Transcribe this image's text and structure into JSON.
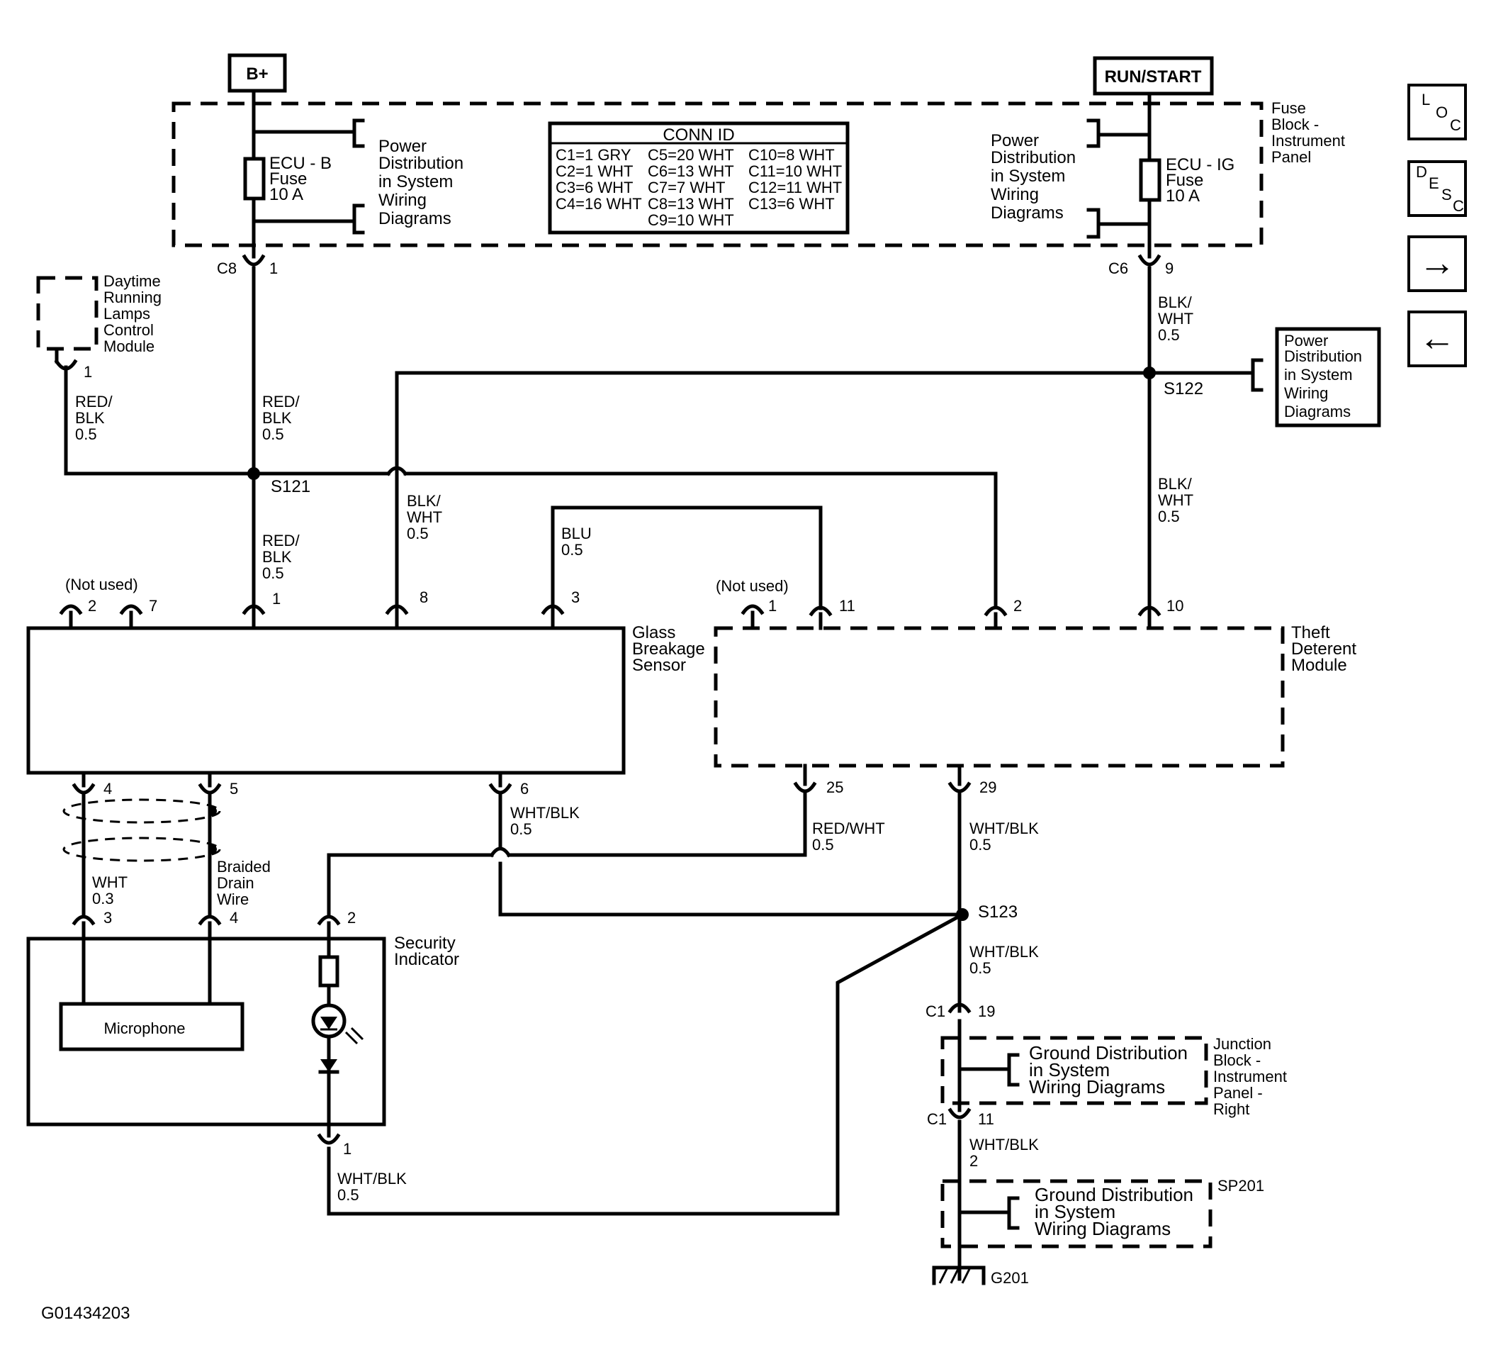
{
  "diagram": {
    "b_plus": "B+",
    "run_start": "RUN/START",
    "conn_id": {
      "title": "CONN ID",
      "col1": [
        "C1=1 GRY",
        "C2=1 WHT",
        "C3=6 WHT",
        "C4=16 WHT"
      ],
      "col2": [
        "C5=20 WHT",
        "C6=13 WHT",
        "C7=7 WHT",
        "C8=13 WHT",
        "C9=10 WHT"
      ],
      "col3": [
        "C10=8 WHT",
        "C11=10 WHT",
        "C12=11 WHT",
        "C13=6 WHT"
      ]
    },
    "fuse_block": [
      "Fuse",
      "Block -",
      "Instrument",
      "Panel"
    ],
    "ecu_b_fuse": [
      "ECU - B",
      "Fuse",
      "10 A"
    ],
    "ecu_ig_fuse": [
      "ECU - IG",
      "Fuse",
      "10 A"
    ],
    "power_dist": [
      "Power",
      "Distribution",
      "in System",
      "Wiring",
      "Diagrams"
    ],
    "drl_module": [
      "Daytime",
      "Running",
      "Lamps",
      "Control",
      "Module"
    ],
    "connectors": {
      "c8": "C8",
      "c8_pin": "1",
      "c6": "C6",
      "c6_pin": "9",
      "c1": "C1",
      "c1_pin_19": "19",
      "c1_pin_11": "11",
      "drl_pin": "1"
    },
    "splices": {
      "s121": "S121",
      "s122": "S122",
      "s123": "S123",
      "sp201": "SP201",
      "g201": "G201"
    },
    "wires": {
      "red_blk": [
        "RED/",
        "BLK",
        "0.5"
      ],
      "blk_wht": [
        "BLK/",
        "WHT",
        "0.5"
      ],
      "blu": [
        "BLU",
        "0.5"
      ],
      "wht_blk_label": "WHT/BLK",
      "red_wht_label": "RED/WHT",
      "gauge_05": "0.5",
      "wht": [
        "WHT",
        "0.3"
      ],
      "braided": [
        "Braided",
        "Drain",
        "Wire"
      ],
      "gauge_2": "2"
    },
    "glass_sensor": {
      "name": [
        "Glass",
        "Breakage",
        "Sensor"
      ],
      "not_used": "(Not used)",
      "top_pins": [
        "2",
        "7",
        "1",
        "8",
        "3"
      ],
      "bottom_pins": [
        "4",
        "5",
        "6"
      ]
    },
    "theft_module": {
      "name": [
        "Theft",
        "Deterent",
        "Module"
      ],
      "not_used": "(Not used)",
      "top_pins": [
        "1",
        "11",
        "2",
        "10"
      ],
      "bottom_pins": [
        "25",
        "29"
      ]
    },
    "security_indicator": {
      "name": [
        "Security",
        "Indicator"
      ],
      "pin_top": "2",
      "pin_bottom": "1",
      "mic_pins": [
        "3",
        "4"
      ]
    },
    "microphone": "Microphone",
    "ground_dist": [
      "Ground Distribution",
      "in System",
      "Wiring Diagrams"
    ],
    "junction_block": [
      "Junction",
      "Block -",
      "Instrument",
      "Panel -",
      "Right"
    ],
    "figure_id": "G01434203"
  },
  "nav": {
    "loc": [
      "L",
      "O",
      "C"
    ],
    "desc": [
      "D",
      "E",
      "S",
      "C"
    ],
    "next": "→",
    "prev": "←"
  }
}
